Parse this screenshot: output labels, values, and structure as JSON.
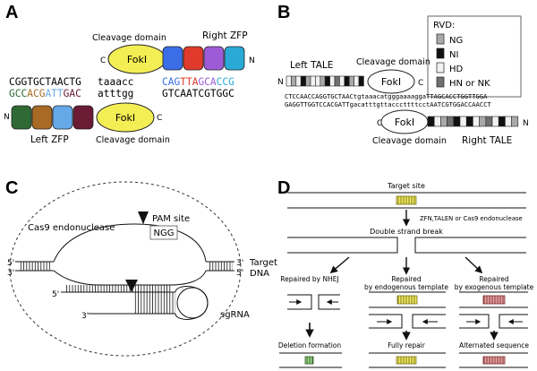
{
  "panels": {
    "a": "A",
    "b": "B",
    "c": "C",
    "d": "D"
  },
  "a": {
    "fokl": "FokI",
    "cleavage": "Cleavage domain",
    "right_zfp": "Right ZFP",
    "left_zfp": "Left ZFP",
    "c_top": "C",
    "n_top": "N",
    "n_bot": "N",
    "c_bot": "C",
    "seq_top_left": "CGGTGCTAACTG",
    "seq_top_mid": "taaacc",
    "seq_top_right": [
      "CAG",
      "TTA",
      "GCA",
      "CCG"
    ],
    "seq_bot_left": [
      "GCC",
      "ACG",
      "ATT",
      "GAC"
    ],
    "seq_bot_mid": "atttgg",
    "seq_bot_right": "GTCAATCGTGGC",
    "colors": {
      "right": [
        "#3b6ee6",
        "#e03a2c",
        "#9d5bd8",
        "#2aa8d6"
      ],
      "left": [
        "#2f6a34",
        "#a86a24",
        "#66a9e8",
        "#6b1b34"
      ],
      "fokl": "#f4ee55"
    }
  },
  "b": {
    "legend_title": "RVD:",
    "legend": [
      {
        "label": "NG",
        "color": "#a9a9a9"
      },
      {
        "label": "NI",
        "color": "#111111"
      },
      {
        "label": "HD",
        "color": "#f2f2f2"
      },
      {
        "label": "HN or NK",
        "color": "#6f6f6f"
      }
    ],
    "left_tale": "Left TALE",
    "right_tale": "Right TALE",
    "cleavage_top": "Cleavage domain",
    "cleavage_bot": "Cleavage domain",
    "fokl": "FokI",
    "n_left": "N",
    "c_left": "C",
    "c_right": "C",
    "n_right": "N",
    "seq_top": "CTCCAACCAGGTGCTAACtgtaaacatgggaaaaggaTTAGCACCTGGTTGGA",
    "seq_bot": "GAGGTTGGTCCACGATTgacatttgttacccttttcctAATCGTGGACCAACCT"
  },
  "c": {
    "enzyme": "Cas9 endonuclease",
    "pam": "PAM site",
    "ngg": "NGG",
    "target": "Target",
    "dna": "DNA",
    "sgrna": "sgRNA",
    "p5a": "5'",
    "p3a": "3'",
    "p3b": "3'",
    "p5b": "5'",
    "p5c": "5'",
    "p3c": "3'"
  },
  "d": {
    "target_site": "Target site",
    "nucleases": "ZFN,TALEN or Cas9 endonuclease",
    "dsb": "Double strand break",
    "nhej": "Repaired by NHEJ",
    "endo": [
      "Repaired",
      "by endogenous template"
    ],
    "exo": [
      "Repaired",
      "by exogenous template"
    ],
    "deletion": "Deletion formation",
    "fully": "Fully repair",
    "altered": "Alternated sequence"
  }
}
